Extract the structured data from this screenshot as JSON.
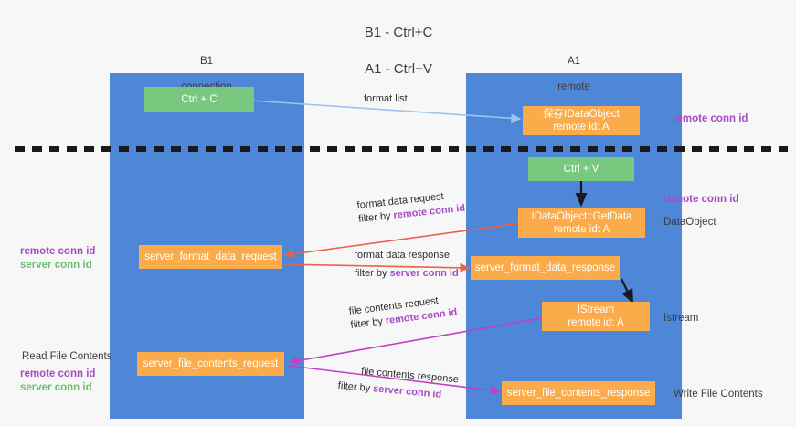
{
  "title": {
    "line1": "B1 - Ctrl+C",
    "line2": "A1 - Ctrl+V"
  },
  "lanes": [
    {
      "name": "B1",
      "sub": "connection"
    },
    {
      "name": "A1",
      "sub": "remote"
    }
  ],
  "nodes": {
    "ctrl_c": {
      "label": "Ctrl + C",
      "color": "#79c87f"
    },
    "save_idataobject": {
      "line1": "保存IDataObject",
      "line2": "remote id: A",
      "color": "#fbab49"
    },
    "ctrl_v": {
      "label": "Ctrl + V",
      "color": "#79c87f"
    },
    "getdata": {
      "line1": "IDataObject::GetData",
      "line2": "remote id: A",
      "color": "#fbab49"
    },
    "server_format_data_request": {
      "label": "server_format_data_request",
      "color": "#fbab49"
    },
    "server_format_data_response": {
      "label": "server_format_data_response",
      "color": "#fbab49"
    },
    "istream": {
      "line1": "IStream",
      "line2": "remote id: A",
      "color": "#fbab49"
    },
    "server_file_contents_request": {
      "label": "server_file_contents_request",
      "color": "#fbab49"
    },
    "server_file_contents_response": {
      "label": "server_file_contents_response",
      "color": "#fbab49"
    }
  },
  "edge_labels": {
    "format_list": "format list",
    "format_data_request": "format data request",
    "format_data_request_filter_prefix": "filter by ",
    "format_data_request_filter_key": "remote conn id",
    "format_data_response": "format data response",
    "format_data_response_filter_prefix": "filter by ",
    "format_data_response_filter_key": "server conn id",
    "file_contents_request": "file contents request",
    "file_contents_request_filter_prefix": "filter by ",
    "file_contents_request_filter_key": "remote conn id",
    "file_contents_response": "file contents response",
    "file_contents_response_filter_prefix": "filter by ",
    "file_contents_response_filter_key": "server conn id"
  },
  "side_labels": {
    "right_remote_conn_id_top": "remote conn id",
    "right_remote_conn_id_mid": "remote conn id",
    "right_dataobject": "DataObject",
    "right_istream": "Istream",
    "right_write_file_contents": "Write File Contents",
    "left_remote_conn_id": "remote conn id",
    "left_server_conn_id": "server conn id",
    "left_read_file_contents": "Read File Contents",
    "left_remote_conn_id_2": "remote conn id",
    "left_server_conn_id_2": "server conn id"
  },
  "colors": {
    "lane": "#4e86d8",
    "orange": "#fbab49",
    "green": "#79c87f",
    "purple": "#a64bc4",
    "green_text": "#6bbf73",
    "arrow_blue": "#9dc3ef",
    "arrow_red": "#e8614a",
    "arrow_magenta": "#c23ec2",
    "arrow_black": "#1a1a1a",
    "divider": "#1a1a1a",
    "background": "#f7f7f7"
  }
}
